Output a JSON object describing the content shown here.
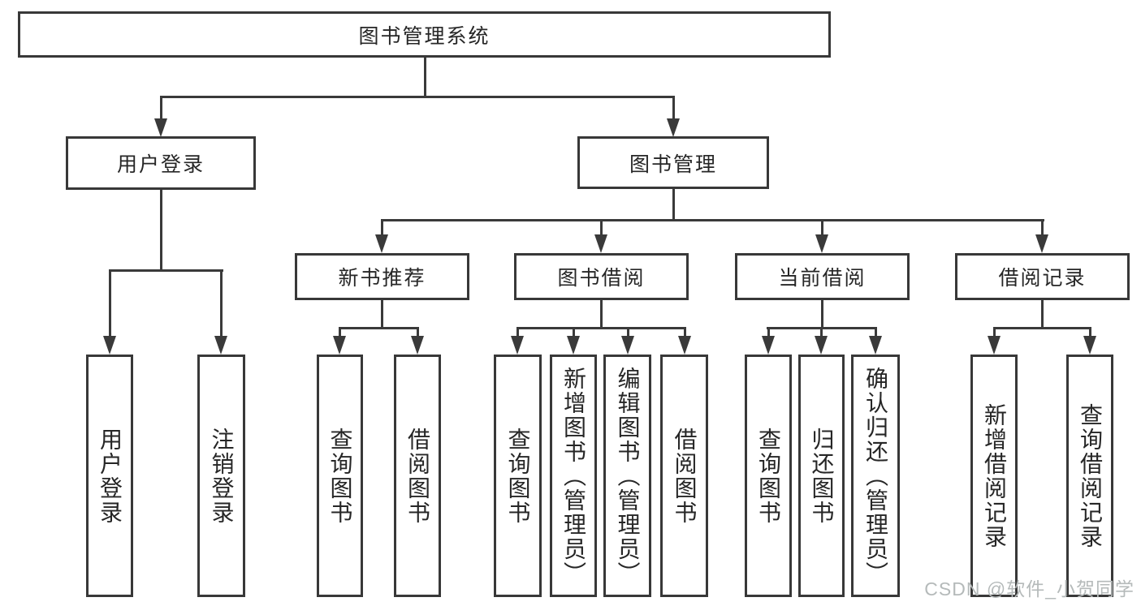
{
  "diagram": {
    "title": "图书管理系统",
    "root": {
      "label": "图书管理系统"
    },
    "level1": [
      {
        "label": "用户登录"
      },
      {
        "label": "图书管理"
      }
    ],
    "level2": [
      {
        "label": "新书推荐"
      },
      {
        "label": "图书借阅"
      },
      {
        "label": "当前借阅"
      },
      {
        "label": "借阅记录"
      }
    ],
    "leaves": {
      "user_login": [
        "用户登录",
        "注销登录"
      ],
      "new_book": [
        "查询图书",
        "借阅图书"
      ],
      "book_borrow": [
        "查询图书",
        "新增图书（管理员）",
        "编辑图书（管理员）",
        "借阅图书"
      ],
      "current_borrow": [
        "查询图书",
        "归还图书",
        "确认归还（管理员）"
      ],
      "borrow_record": [
        "新增借阅记录",
        "查询借阅记录"
      ]
    },
    "colors": {
      "line": "#3a3a3a",
      "text": "#262626",
      "background": "#ffffff",
      "watermark": "#b5baba"
    }
  },
  "watermark": {
    "text": "CSDN @软件_小贺同学"
  }
}
